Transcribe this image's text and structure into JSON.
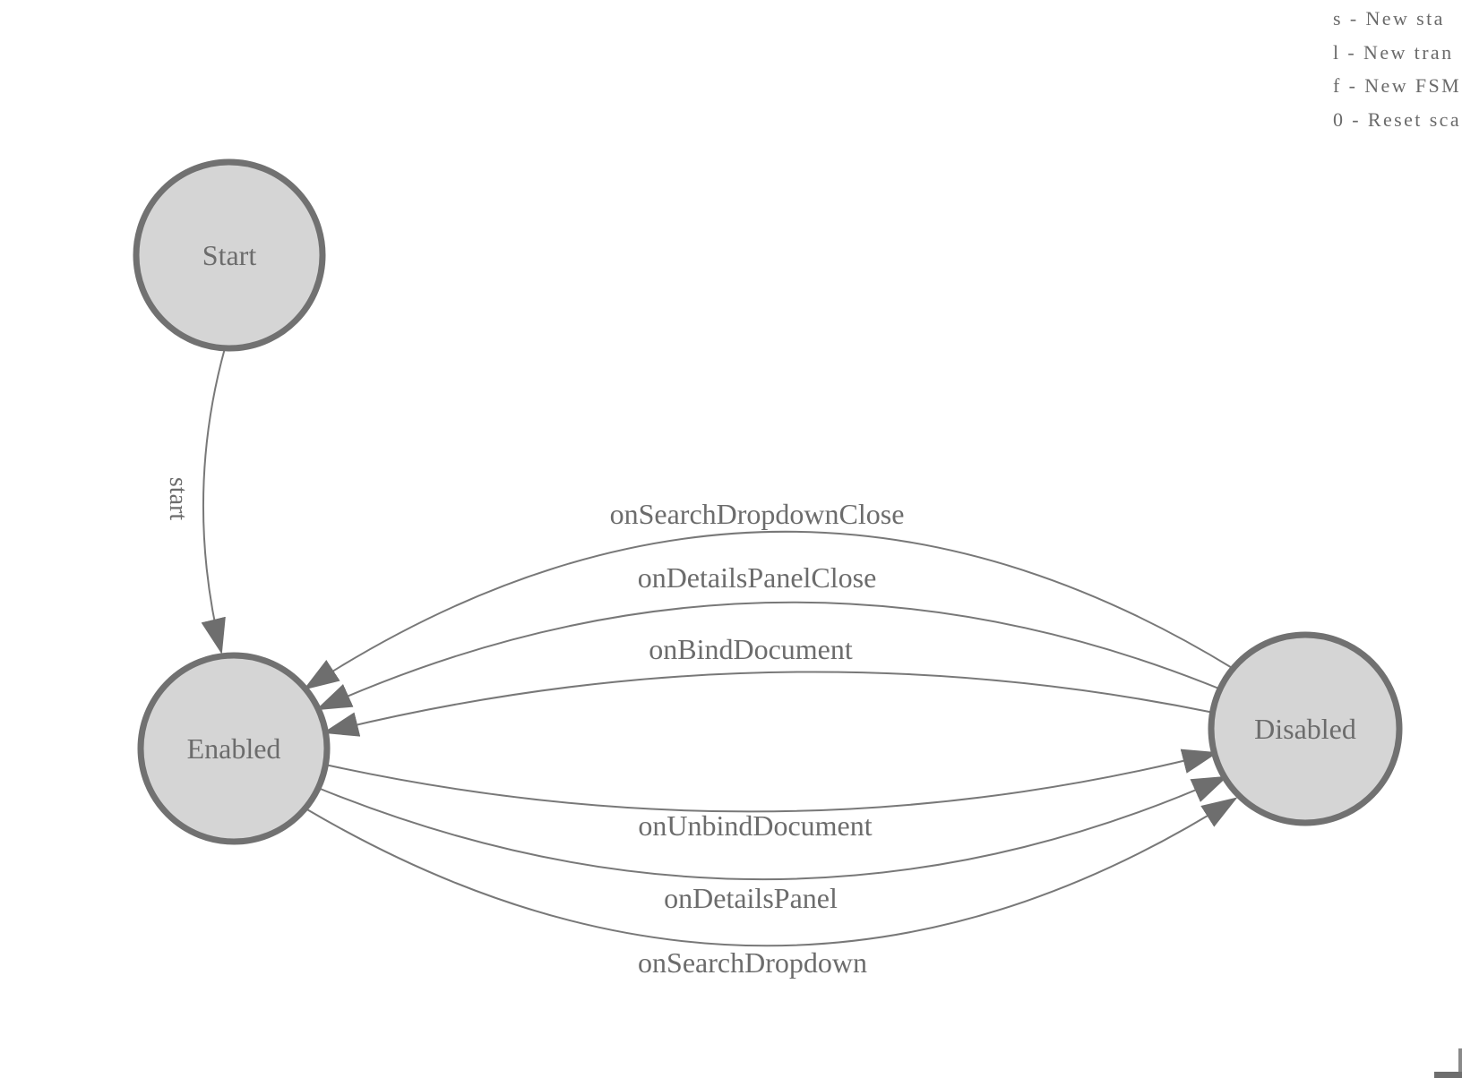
{
  "app": {
    "shortcut_hints": [
      "s - New sta",
      "l - New tran",
      "f - New FSM",
      "0 - Reset sca"
    ]
  },
  "fsm": {
    "states": [
      {
        "id": "start",
        "label": "Start"
      },
      {
        "id": "enabled",
        "label": "Enabled"
      },
      {
        "id": "disabled",
        "label": "Disabled"
      }
    ],
    "transitions": [
      {
        "from": "start",
        "to": "enabled",
        "label": "start"
      },
      {
        "from": "disabled",
        "to": "enabled",
        "label": "onSearchDropdownClose"
      },
      {
        "from": "disabled",
        "to": "enabled",
        "label": "onDetailsPanelClose"
      },
      {
        "from": "disabled",
        "to": "enabled",
        "label": "onBindDocument"
      },
      {
        "from": "enabled",
        "to": "disabled",
        "label": "onUnbindDocument"
      },
      {
        "from": "enabled",
        "to": "disabled",
        "label": "onDetailsPanel"
      },
      {
        "from": "enabled",
        "to": "disabled",
        "label": "onSearchDropdown"
      }
    ]
  },
  "colors": {
    "state_fill": "#d5d5d5",
    "state_stroke": "#717171",
    "edge_stroke": "#787878",
    "arrow_fill": "#6e6e6e",
    "label_text": "#6c6c6c"
  }
}
